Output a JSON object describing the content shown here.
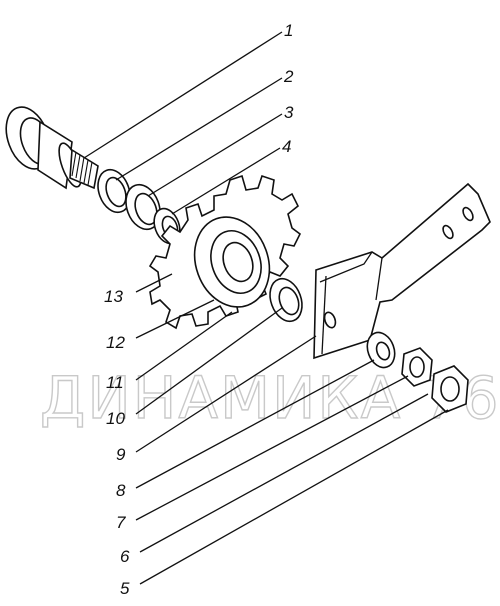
{
  "watermark": "ДИНАМИКА 76",
  "callouts": [
    {
      "id": "1",
      "text": "1"
    },
    {
      "id": "2",
      "text": "2"
    },
    {
      "id": "3",
      "text": "3"
    },
    {
      "id": "4",
      "text": "4"
    },
    {
      "id": "13",
      "text": "13"
    },
    {
      "id": "12",
      "text": "12"
    },
    {
      "id": "11",
      "text": "11"
    },
    {
      "id": "10",
      "text": "10"
    },
    {
      "id": "9",
      "text": "9"
    },
    {
      "id": "8",
      "text": "8"
    },
    {
      "id": "7",
      "text": "7"
    },
    {
      "id": "6",
      "text": "6"
    },
    {
      "id": "5",
      "text": "5"
    }
  ]
}
